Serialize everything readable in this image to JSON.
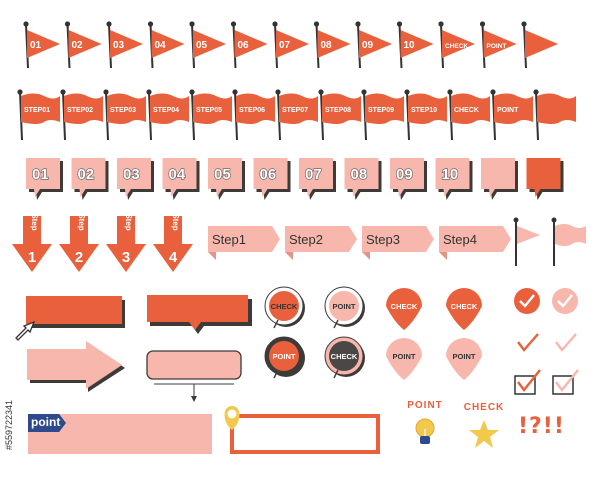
{
  "colors": {
    "accent": "#e8603c",
    "pink": "#f8b7ad",
    "dark": "#3d3a38",
    "yellow": "#f2c94c",
    "navy": "#2f4a8c"
  },
  "flags_row1": [
    "01",
    "02",
    "03",
    "04",
    "05",
    "06",
    "07",
    "08",
    "09",
    "10",
    "CHECK",
    "POINT",
    ""
  ],
  "flags_row2": [
    "STEP01",
    "STEP02",
    "STEP03",
    "STEP04",
    "STEP05",
    "STEP06",
    "STEP07",
    "STEP08",
    "STEP09",
    "STEP10",
    "CHECK",
    "POINT",
    ""
  ],
  "number_tags": [
    "01",
    "02",
    "03",
    "04",
    "05",
    "06",
    "07",
    "08",
    "09",
    "10",
    "",
    ""
  ],
  "arrow_steps": [
    {
      "word": "Step",
      "num": "1"
    },
    {
      "word": "Step",
      "num": "2"
    },
    {
      "word": "Step",
      "num": "3"
    },
    {
      "word": "Step",
      "num": "4"
    }
  ],
  "ribbon_steps": [
    "Step1",
    "Step2",
    "Step3",
    "Step4"
  ],
  "badges_row1": [
    "CHECK",
    "POINT",
    "CHECK",
    "CHECK"
  ],
  "badges_row2": [
    "POINT",
    "CHECK",
    "POINT",
    "POINT"
  ],
  "point_tab": "point",
  "bulb_label": "POINT",
  "star_label": "CHECK",
  "marks": "!?!!",
  "stock_id": "#559722341"
}
